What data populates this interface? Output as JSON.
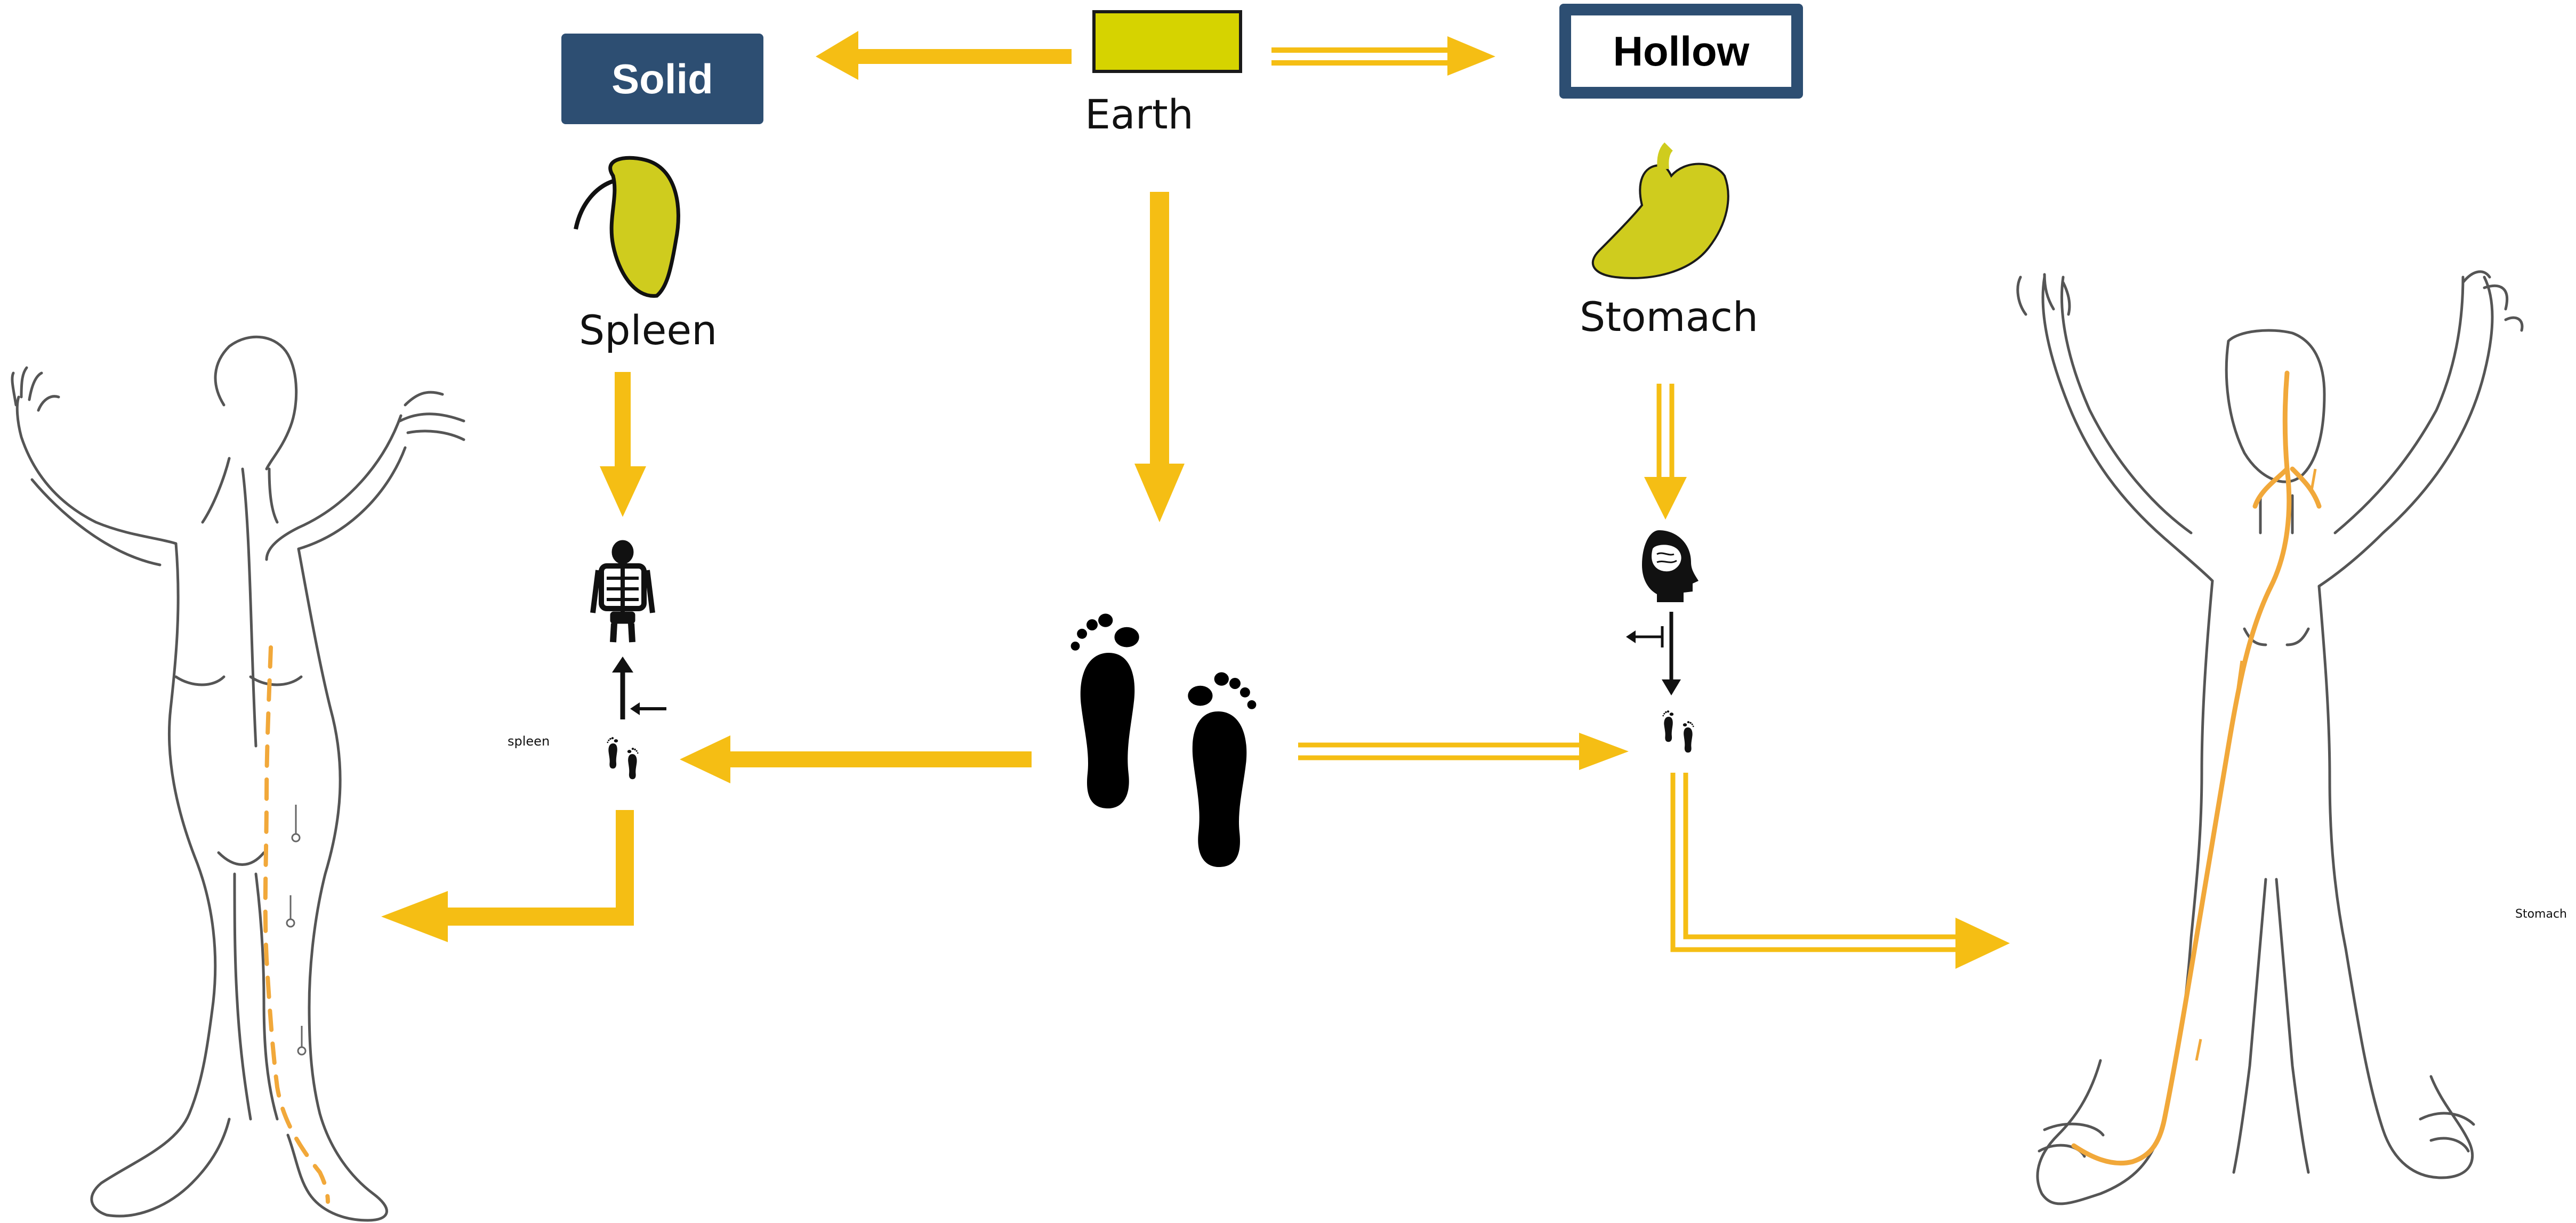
{
  "labels": {
    "solid": "Solid",
    "hollow": "Hollow",
    "earth": "Earth",
    "spleen": "Spleen",
    "stomach": "Stomach",
    "spleen_small": "spleen",
    "stomach_small": "Stomach"
  },
  "colors": {
    "arrow": "#f5be14",
    "box_fill": "#2d4e72",
    "earth_rect": "#d6d300",
    "organ": "#cfcc1e",
    "meridian": "#f1a83a",
    "outline": "#555555"
  },
  "icons": [
    "earth-rectangle",
    "spleen-organ",
    "stomach-organ",
    "skeleton-icon",
    "head-brain-icon",
    "footprints-icon",
    "female-figure",
    "male-figure"
  ]
}
